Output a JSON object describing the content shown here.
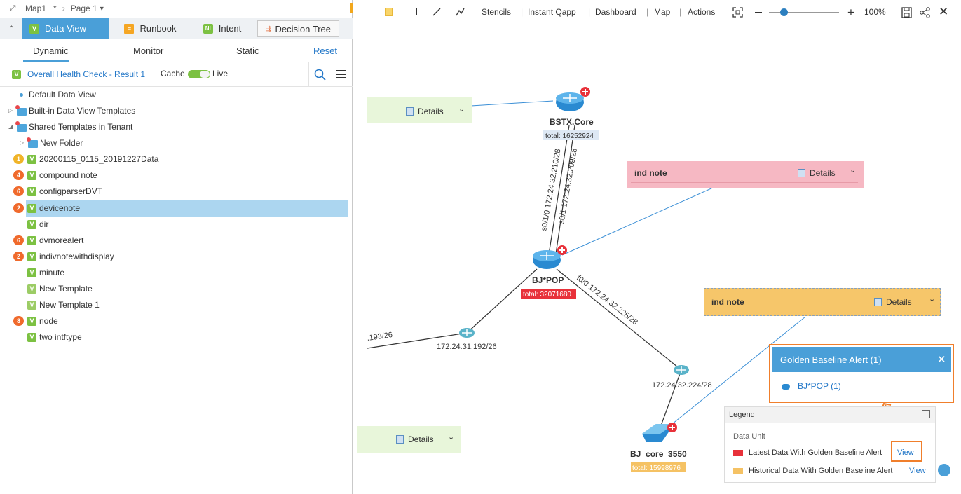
{
  "breadcrumb": {
    "map": "Map1",
    "modified": "*",
    "page": "Page 1"
  },
  "tabs": {
    "data_view": "Data View",
    "runbook": "Runbook",
    "intent": "Intent",
    "decision_tree": "Decision Tree"
  },
  "subtabs": {
    "dynamic": "Dynamic",
    "monitor": "Monitor",
    "static": "Static",
    "reset": "Reset"
  },
  "checkbar": {
    "title": "Overall Health Check - Result 1",
    "cache": "Cache",
    "live": "Live"
  },
  "tree": [
    {
      "label": "Default Data View"
    },
    {
      "label": "Built-in Data View Templates"
    },
    {
      "label": "Shared Templates in Tenant"
    },
    {
      "label": "New Folder"
    },
    {
      "label": "20200115_0115_20191227Data",
      "count": "1"
    },
    {
      "label": "compound note",
      "count": "4"
    },
    {
      "label": "configparserDVT",
      "count": "6"
    },
    {
      "label": "devicenote",
      "count": "2"
    },
    {
      "label": "dir"
    },
    {
      "label": "dvmorealert",
      "count": "6"
    },
    {
      "label": "indivnotewithdisplay",
      "count": "2"
    },
    {
      "label": "minute"
    },
    {
      "label": "New Template"
    },
    {
      "label": "New Template 1"
    },
    {
      "label": "node",
      "count": "8"
    },
    {
      "label": "two intftype"
    }
  ],
  "toolbar": {
    "stencils": "Stencils",
    "instant_qapp": "Instant Qapp",
    "dashboard": "Dashboard",
    "map": "Map",
    "actions": "Actions",
    "zoom": "100%",
    "zoom_level": 0.21
  },
  "canvas": {
    "devices": [
      {
        "name": "BSTX.Core",
        "total": "total: 16252924"
      },
      {
        "name": "BJ*POP",
        "total": "total: 32071680"
      },
      {
        "name": "BJ_core_3550",
        "total": "total: 15998976"
      }
    ],
    "links": {
      "l1": "s0/1/0 172.24.32.210/28",
      "l2": "s0/1 172.24.32.209/28",
      "l3": "f0/0 172.24.32.225/28",
      "l4": ".193/26",
      "subnet1": "172.24.31.192/26",
      "subnet2": "172.24.32.224/28"
    },
    "notes": {
      "ind_note_1": "ind note",
      "ind_note_2": "ind note",
      "details": "Details"
    }
  },
  "alert": {
    "title": "Golden Baseline Alert (1)",
    "item": "BJ*POP (1)"
  },
  "legend": {
    "title": "Legend",
    "section": "Data Unit",
    "latest": "Latest Data With Golden Baseline Alert",
    "historical": "Historical Data With Golden Baseline Alert",
    "view": "View",
    "colors": {
      "latest": "#e8313a",
      "historical": "#f5c264"
    }
  },
  "colors": {
    "accent": "#4a9fd8",
    "highlight": "#f07f2c",
    "selection": "#acd6f0",
    "vbadge": "#7cc142"
  }
}
